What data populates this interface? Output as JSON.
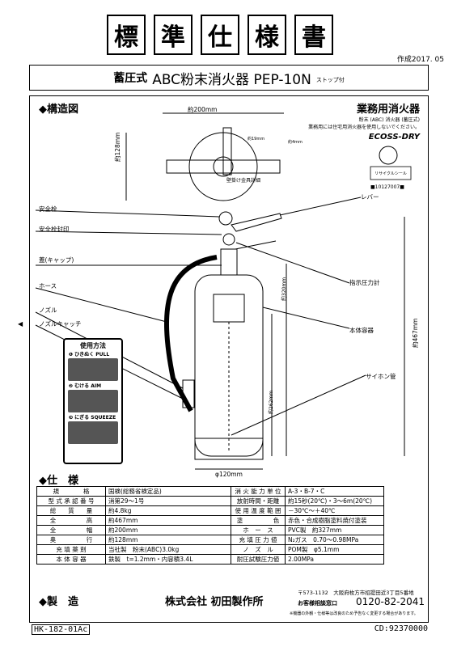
{
  "header": {
    "title_chars": [
      "標",
      "準",
      "仕",
      "様",
      "書"
    ],
    "date": "作成2017. 05"
  },
  "product": {
    "type": "蓄圧式",
    "name": "ABC粉末消火器 PEP-10N",
    "suffix": "ストップ付"
  },
  "structure": {
    "heading": "◆構造図",
    "labels": {
      "safety_pin": "安全栓",
      "safety_seal": "安全栓封印",
      "cap": "蓋(キャップ)",
      "hose": "ホース",
      "nozzle": "ノズル",
      "nozzle_cap": "ノズルキャッチ",
      "lever": "レバー",
      "gauge": "指示圧力計",
      "body": "本体容器",
      "siphon": "サイホン管",
      "wall_bracket": "壁掛け金具詳細"
    },
    "dims": {
      "width_top": "約200mm",
      "depth": "約128mm",
      "height": "約467mm",
      "dia": "φ120mm",
      "h1": "約320mm",
      "h2": "約262mm",
      "d1": "約19mm",
      "d2": "約4mm"
    }
  },
  "brand": {
    "title": "業務用消火器",
    "sub1": "粉末 (ABC) 消火器 (蓄圧式)",
    "sub2": "業務用には住宅用消火器を使用しないでください。",
    "logo": "ECOSS-DRY",
    "cert": "リサイクルシール",
    "code": "■10127007■"
  },
  "usage": {
    "heading": "使用方法",
    "steps": [
      "❶ ひきぬく PULL",
      "❷ むける AIM",
      "❸ にぎる SQUEEZE"
    ]
  },
  "spec": {
    "heading": "◆仕　様",
    "rows": [
      [
        "規　　　　格",
        "国検(総務省検定品)",
        "消 火 能 力 単 位",
        "A-3・B-7・C"
      ],
      [
        "型 式 承 認 番 号",
        "消第29～1号",
        "放射時間・距離",
        "約15秒(20℃)・3～6m(20℃)"
      ],
      [
        "総　　質　　量",
        "約4.8kg",
        "使 用 温 度 範 囲",
        "－30℃～＋40℃"
      ],
      [
        "全　　　　　高",
        "約467mm",
        "塗　　　　　色",
        "赤色・合成樹脂塗料焼付塗装"
      ],
      [
        "全　　　　　幅",
        "約200mm",
        "ホ　ー　ス",
        "PVC製　約327mm"
      ],
      [
        "奥　　　　　行",
        "約128mm",
        "充 填 圧 力 値",
        "N₂ガス　0.70～0.98MPa"
      ],
      [
        "充 填 薬 剤",
        "当社製　粉末(ABC)3.0kg",
        "ノ　ズ　ル",
        "POM製　φ5.1mm"
      ],
      [
        "本 体 容 器",
        "鉄製　t=1.2mm・内容積3.4L",
        "耐圧試験圧力値",
        "2.00MPa"
      ]
    ]
  },
  "maker": {
    "heading": "◆製　造",
    "company": "株式会社 初田製作所",
    "address": "〒573-1132　大阪府枚方市招提田近3丁目5番地",
    "phone_label": "お客様相談窓口",
    "phone": "0120-82-2041",
    "note": "※機器の外観・仕様等は改良のため予告なく変更する場合があります。"
  },
  "footer": {
    "doc_no": "HK-182-01Ac",
    "cd": "CD:92370000"
  }
}
